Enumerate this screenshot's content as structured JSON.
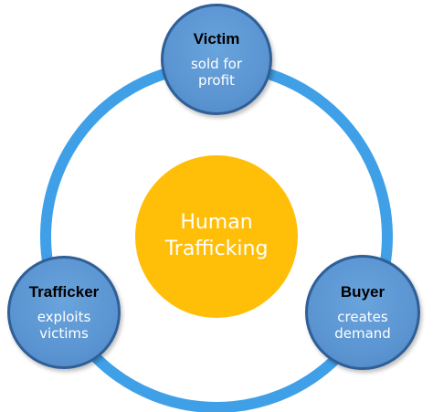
{
  "diagram": {
    "center": {
      "label": "Human\nTrafficking"
    },
    "nodes": {
      "victim": {
        "title": "Victim",
        "description": "sold for\nprofit"
      },
      "buyer": {
        "title": "Buyer",
        "description": "creates\ndemand"
      },
      "trafficker": {
        "title": "Trafficker",
        "description": "exploits\nvictims"
      }
    }
  },
  "colors": {
    "ring": "#3fa0e8",
    "node_fill": "#5b95d2",
    "node_border": "#2f5f96",
    "center_fill": "#ffbe08"
  }
}
